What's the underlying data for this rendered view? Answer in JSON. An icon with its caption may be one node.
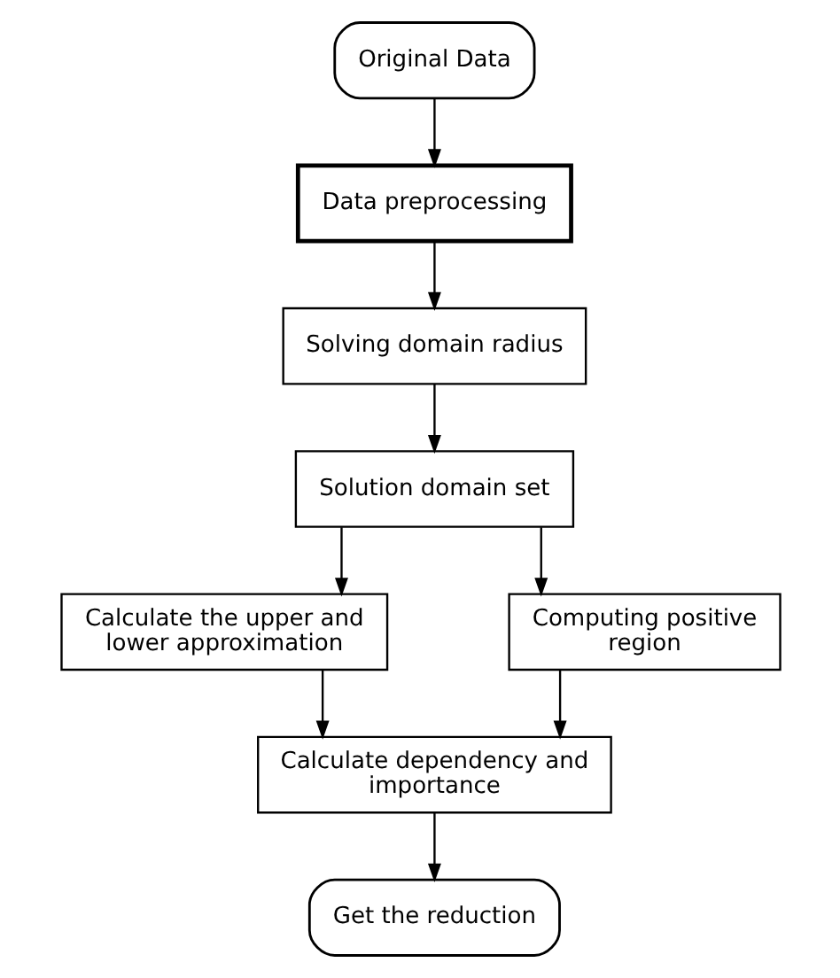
{
  "diagram": {
    "nodes": [
      {
        "text": [
          "Original Data"
        ]
      },
      {
        "text": [
          "Data preprocessing"
        ]
      },
      {
        "text": [
          "Solving domain radius"
        ]
      },
      {
        "text": [
          "Solution domain set"
        ]
      },
      {
        "text": [
          "Calculate the upper and lower approximation"
        ]
      },
      {
        "text": [
          "Computing positive region"
        ]
      },
      {
        "text": [
          "Calculate dependency and importance"
        ]
      },
      {
        "text": [
          "Get the reduction"
        ]
      }
    ],
    "edges": [
      {
        "from": 0,
        "to": 1,
        "arrow": "to"
      },
      {
        "from": 1,
        "to": 2,
        "arrow": "to"
      },
      {
        "from": 2,
        "to": 3,
        "arrow": "to"
      },
      {
        "from": 3,
        "to": 4,
        "arrow": "to"
      },
      {
        "from": 3,
        "to": 5,
        "arrow": "to"
      },
      {
        "from": 4,
        "to": 6,
        "arrow": "to"
      },
      {
        "from": 5,
        "to": 6,
        "arrow": "to"
      },
      {
        "from": 6,
        "to": 7,
        "arrow": "to"
      }
    ]
  }
}
